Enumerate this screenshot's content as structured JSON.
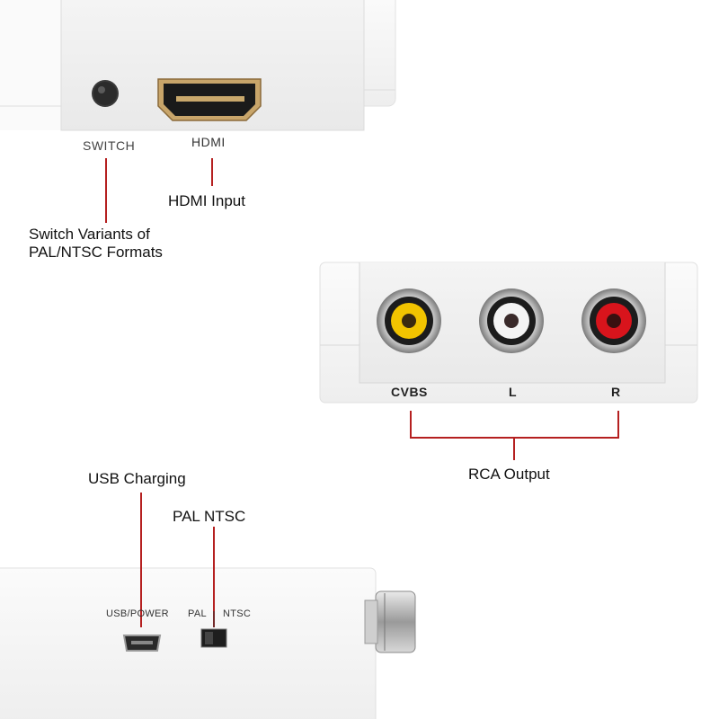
{
  "top_device": {
    "switch_label": "SWITCH",
    "hdmi_label": "HDMI",
    "callout_hdmi": "HDMI Input",
    "callout_switch_line1": "Switch Variants of",
    "callout_switch_line2": "PAL/NTSC Formats"
  },
  "middle_device": {
    "cvbs_label": "CVBS",
    "l_label": "L",
    "r_label": "R",
    "callout_rca": "RCA Output",
    "jack_colors": [
      "#f2c400",
      "#f4f4f4",
      "#d8141c"
    ]
  },
  "bottom_device": {
    "usb_label": "USB/POWER",
    "pal_label": "PAL",
    "ntsc_label": "NTSC",
    "callout_usb": "USB Charging",
    "callout_pal_ntsc": "PAL NTSC"
  },
  "colors": {
    "leader_line": "#b52020",
    "device_body": "#f7f7f7"
  }
}
